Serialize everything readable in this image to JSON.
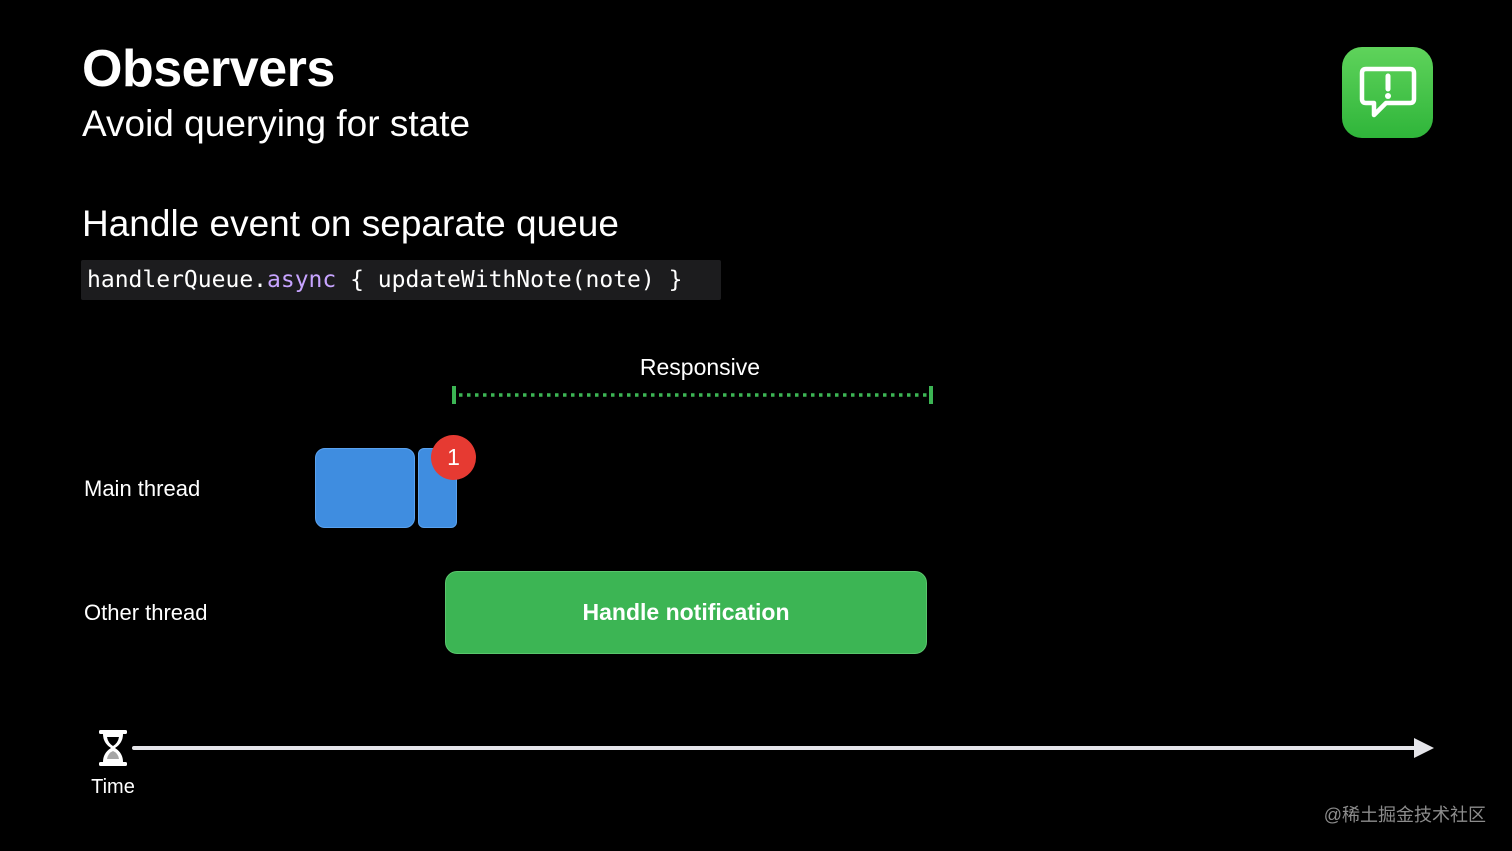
{
  "slide": {
    "title": "Observers",
    "subtitle": "Avoid querying for state",
    "section_heading": "Handle event on separate queue",
    "app_icon": "exclamation-speech-bubble-icon",
    "accent_color": "#3cb554"
  },
  "code": {
    "prefix": "handlerQueue.",
    "keyword": "async",
    "suffix": " { updateWithNote(note) }",
    "keyword_color": "#c7a4ff"
  },
  "diagram": {
    "responsive_label": "Responsive",
    "rows": {
      "main_thread": "Main thread",
      "other_thread": "Other thread"
    },
    "main_thread_block_color": "#3f8de0",
    "badge": {
      "text": "1",
      "color": "#e63a32"
    },
    "handle_block": {
      "label": "Handle notification",
      "color": "#3cb554"
    },
    "time_icon": "hourglass-icon",
    "time_label": "Time"
  },
  "watermark": "@稀土掘金技术社区"
}
